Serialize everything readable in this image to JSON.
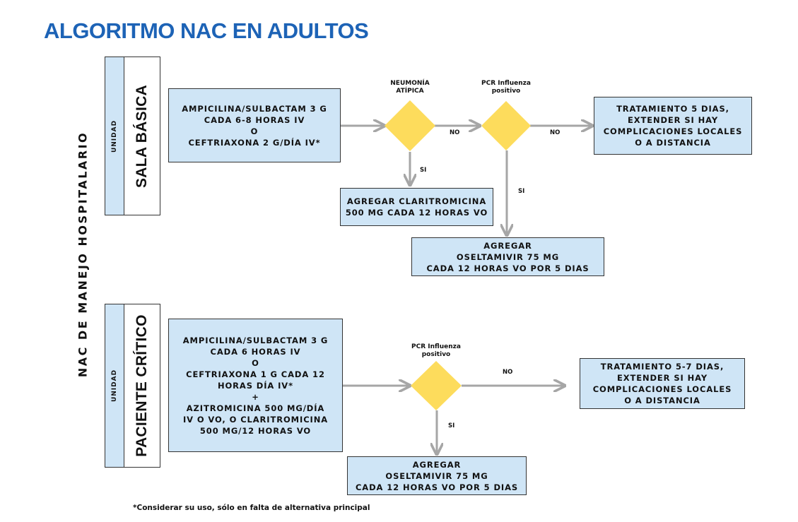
{
  "title": "ALGORITMO NAC EN ADULTOS",
  "side_label": "NAC DE MANEJO HOSPITALARIO",
  "colors": {
    "title": "#1d63b6",
    "box_fill": "#cfe5f6",
    "diamond_fill": "#fddc5c",
    "arrow": "#a6a6a6"
  },
  "sala_basica": {
    "unit_tag": "UNIDAD",
    "unit_name": "SALA BÁSICA",
    "treatment": [
      "AMPICILINA/SULBACTAM 3 G",
      "CADA  6-8 HORAS IV",
      "O",
      "CEFTRIAXONA 2 G/DÍA IV*"
    ],
    "decision1": [
      "NEUMONÍA",
      "ATÍPICA"
    ],
    "decision2": [
      "PCR Influenza",
      "positivo"
    ],
    "no1": "NO",
    "no2": "NO",
    "si1": "SI",
    "si2": "SI",
    "outcome_no": [
      "TRATAMIENTO 5 DIAS,",
      "EXTENDER SI HAY",
      "COMPLICACIONES LOCALES",
      "O A DISTANCIA"
    ],
    "outcome_claritro": [
      "AGREGAR CLARITROMICINA",
      "500 MG CADA 12 HORAS VO"
    ],
    "outcome_oselta": [
      "AGREGAR",
      "OSELTAMIVIR 75 MG",
      "CADA 12 HORAS VO POR 5 DIAS"
    ]
  },
  "paciente_critico": {
    "unit_tag": "UNIDAD",
    "unit_name": "PACIENTE CRÍTICO",
    "treatment": [
      "AMPICILINA/SULBACTAM 3 G",
      "CADA 6 HORAS IV",
      "O",
      "CEFTRIAXONA 1 G CADA 12",
      "HORAS DÍA IV*",
      "+",
      "AZITROMICINA 500 MG/DÍA",
      "IV O VO, O CLARITROMICINA",
      "500 MG/12 HORAS VO"
    ],
    "decision": [
      "PCR Influenza",
      "positivo"
    ],
    "no": "NO",
    "si": "SI",
    "outcome_no": [
      "TRATAMIENTO 5-7 DIAS,",
      "EXTENDER SI HAY",
      "COMPLICACIONES LOCALES",
      "O A DISTANCIA"
    ],
    "outcome_oselta": [
      "AGREGAR",
      "OSELTAMIVIR 75 MG",
      "CADA 12 HORAS VO POR 5 DIAS"
    ]
  },
  "footnote": "*Considerar su uso, sólo en falta de alternativa principal"
}
